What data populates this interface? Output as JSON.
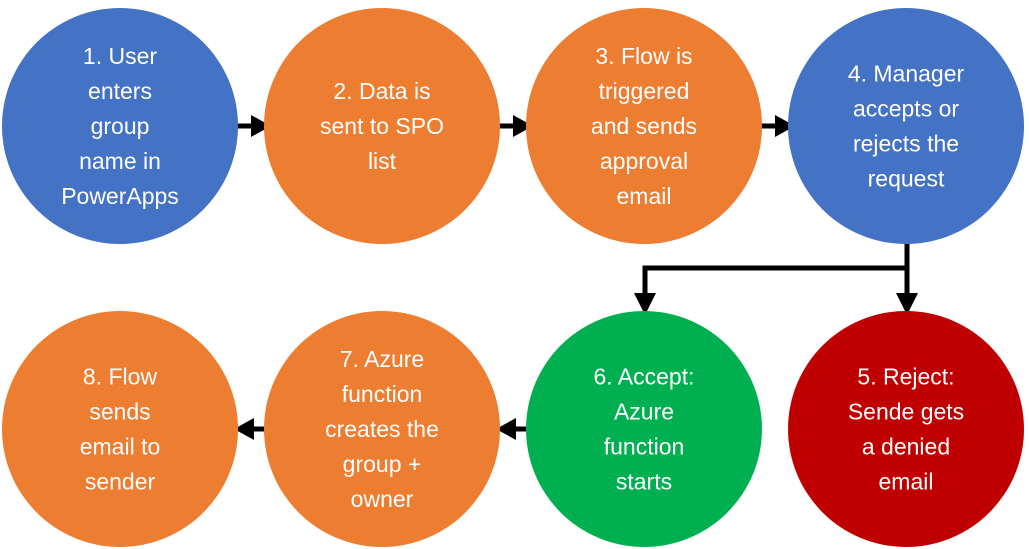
{
  "colors": {
    "blue": "#4472C4",
    "orange": "#ED7D31",
    "green": "#00B050",
    "red": "#C00000",
    "text": "#FFFFFF",
    "connector": "#000000"
  },
  "steps": [
    {
      "id": "step-1",
      "color": "blue",
      "lines": [
        "1. User",
        "enters",
        "group",
        "name in",
        "PowerApps"
      ]
    },
    {
      "id": "step-2",
      "color": "orange",
      "lines": [
        "2. Data is",
        "sent to SPO",
        "list"
      ]
    },
    {
      "id": "step-3",
      "color": "orange",
      "lines": [
        "3. Flow is",
        "triggered",
        "and sends",
        "approval",
        "email"
      ]
    },
    {
      "id": "step-4",
      "color": "blue",
      "lines": [
        "4. Manager",
        "accepts or",
        "rejects the",
        "request"
      ]
    },
    {
      "id": "step-5",
      "color": "red",
      "lines": [
        "5. Reject:",
        "Sende gets",
        "a denied",
        "email"
      ]
    },
    {
      "id": "step-6",
      "color": "green",
      "lines": [
        "6. Accept:",
        "Azure",
        "function",
        "starts"
      ]
    },
    {
      "id": "step-7",
      "color": "orange",
      "lines": [
        "7. Azure",
        "function",
        "creates the",
        "group +",
        "owner"
      ]
    },
    {
      "id": "step-8",
      "color": "orange",
      "lines": [
        "8. Flow",
        "sends",
        "email to",
        "sender"
      ]
    }
  ]
}
